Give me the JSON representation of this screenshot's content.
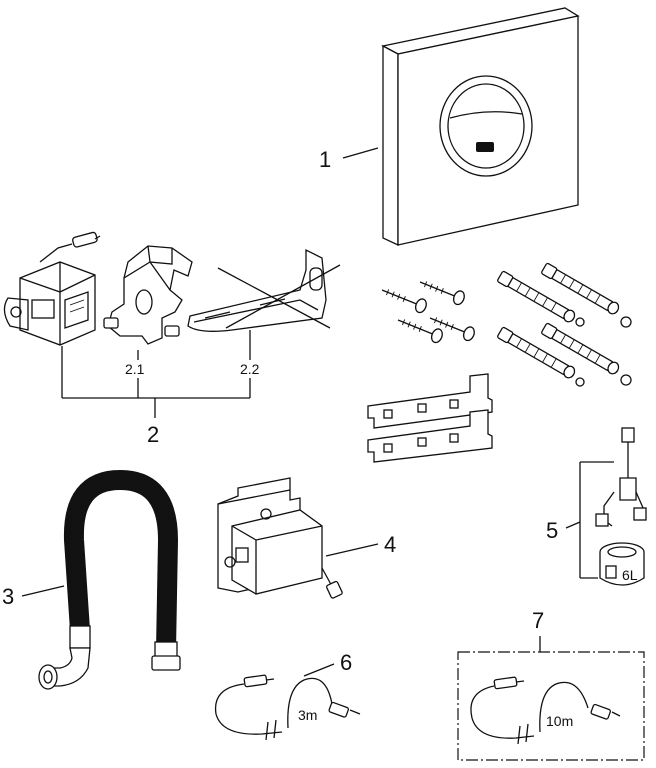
{
  "labels": {
    "l1": "1",
    "l2": "2",
    "l21": "2.1",
    "l22": "2.2",
    "l3": "3",
    "l4": "4",
    "l5": "5",
    "l6": "6",
    "l7": "7"
  },
  "cable_lengths": {
    "c6": "3m",
    "c7": "10m"
  },
  "battery_mark": "6L"
}
